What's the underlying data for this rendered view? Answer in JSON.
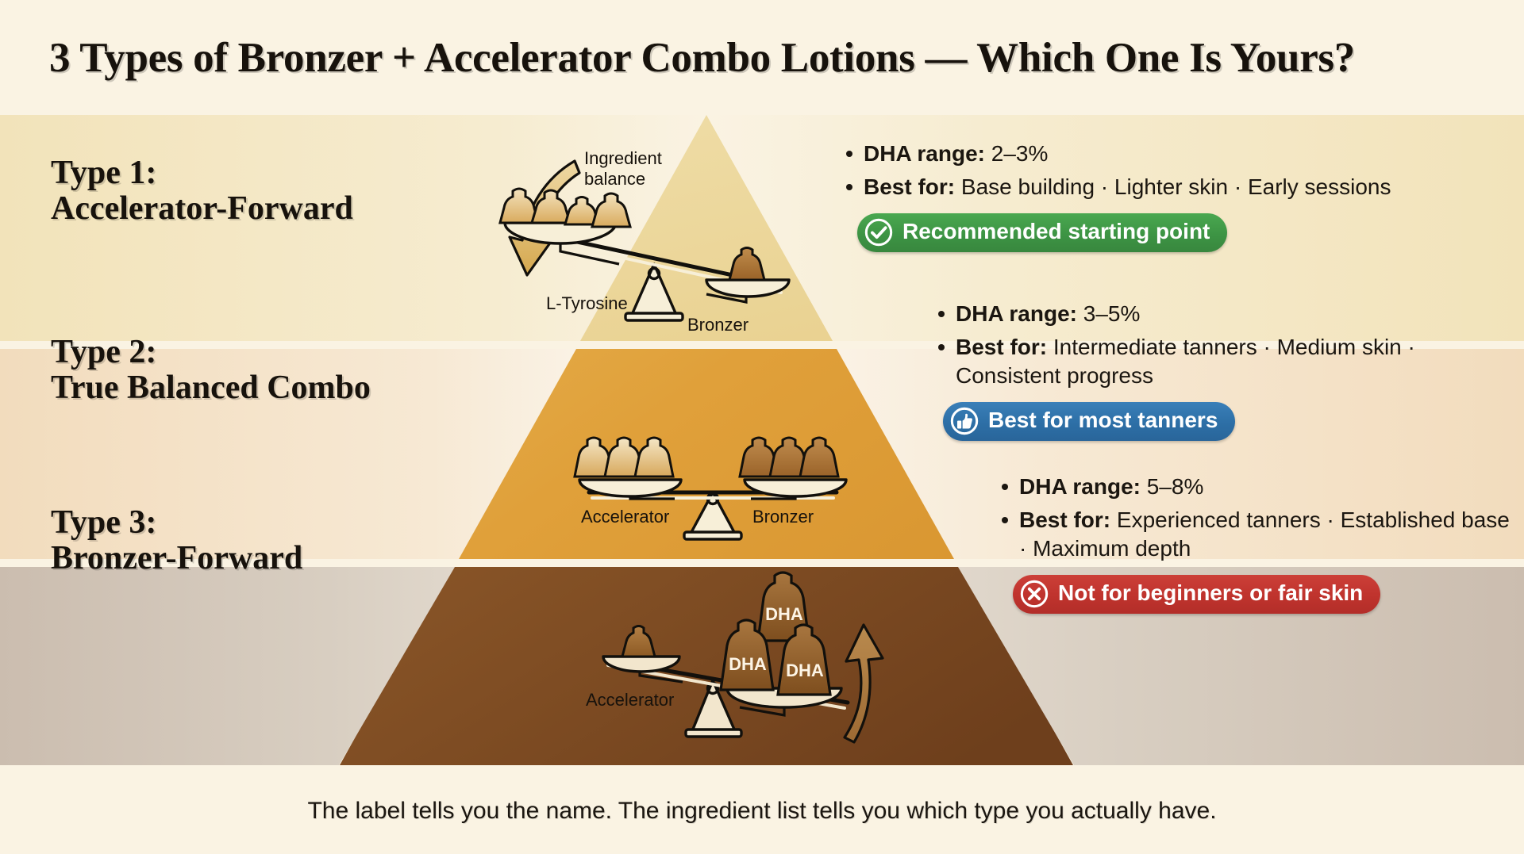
{
  "header": {
    "title": "3 Types of Bronzer + Accelerator Combo Lotions — Which One Is Yours?"
  },
  "footer": {
    "text": "The label tells you the name. The ingredient list tells you which type you actually have."
  },
  "colors": {
    "page_background": "#faf3e3",
    "band1": "#f2e3ba",
    "band2": "#f2dcbd",
    "band3": "#cbbdaf",
    "pyramid_top": "#e9d08f",
    "pyramid_mid": "#dd9c33",
    "pyramid_bottom": "#6b4220",
    "badge_green": "#3d9444",
    "badge_blue": "#2d6fa6",
    "badge_red": "#bf332d",
    "text": "#1b1610"
  },
  "rows": [
    {
      "label_line1": "Type 1:",
      "label_line2": "Accelerator-Forward",
      "scale": {
        "callout": "Ingredient\nbalance",
        "callout_line1": "Ingredient",
        "callout_line2": "balance",
        "left_label": "L-Tyrosine",
        "right_label": "Bronzer",
        "left_weights": 4,
        "right_weights": 1,
        "tilt": "left-heavy",
        "arrow": "down-curved"
      },
      "bullets": [
        {
          "label": "DHA range:",
          "value": " 2–3%"
        },
        {
          "label": "Best for:",
          "value": " Base building · Lighter skin · Early sessions"
        }
      ],
      "badge": {
        "text": "Recommended starting point",
        "icon": "check-circle-icon",
        "style": "green"
      }
    },
    {
      "label_line1": "Type 2:",
      "label_line2": "True Balanced Combo",
      "scale": {
        "left_label": "Accelerator",
        "right_label": "Bronzer",
        "left_weights": 3,
        "right_weights": 3,
        "tilt": "level",
        "arrow": "none"
      },
      "bullets": [
        {
          "label": "DHA range:",
          "value": " 3–5%"
        },
        {
          "label": "Best for:",
          "value": " Intermediate tanners · Medium skin · Consistent progress"
        }
      ],
      "badge": {
        "text": "Best for most tanners",
        "icon": "thumbs-up-icon",
        "style": "blue"
      }
    },
    {
      "label_line1": "Type 3:",
      "label_line2": "Bronzer-Forward",
      "scale": {
        "left_label": "Accelerator",
        "left_weights": 1,
        "right_weights": 3,
        "weight_text": "DHA",
        "tilt": "right-heavy",
        "arrow": "up-curved"
      },
      "bullets": [
        {
          "label": "DHA range:",
          "value": " 5–8%"
        },
        {
          "label": "Best for:",
          "value": " Experienced tanners · Established base · Maximum depth"
        }
      ],
      "badge": {
        "text": "Not for beginners or fair skin",
        "icon": "x-circle-icon",
        "style": "red"
      }
    }
  ]
}
